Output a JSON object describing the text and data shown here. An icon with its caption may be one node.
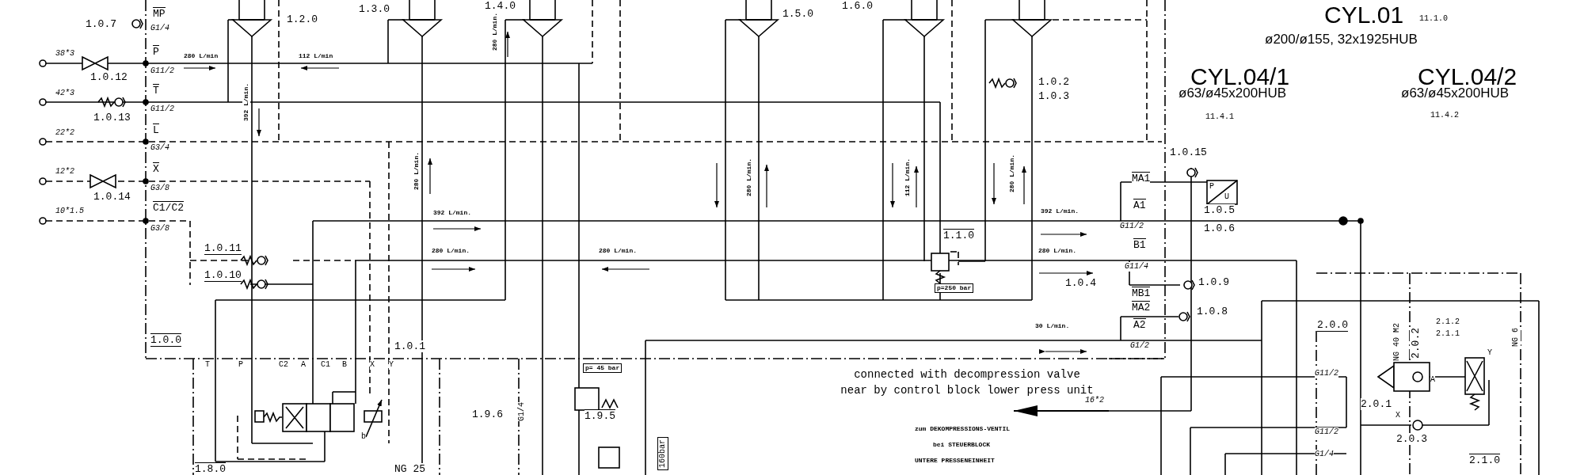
{
  "diagram": {
    "labels": [
      "1.0.7",
      "MP",
      "G1/4",
      "1.2.0",
      "1.3.0",
      "1.4.0",
      "38*3",
      "P",
      "G11/2",
      "280 L/min",
      "112 L/min",
      "1.0.12",
      "42*3",
      "T",
      "G11/2",
      "392 L/min.",
      "1.0.13",
      "22*2",
      "L",
      "G3/4",
      "280 L/min.",
      "12*2",
      "X",
      "G3/8",
      "1.0.14",
      "10*1.5",
      "C1/C2",
      "G3/8",
      "392 L/min.",
      "280 L/min.",
      "1.5.0",
      "1.6.0",
      "1.0.2",
      "1.0.3",
      "280 L/min.",
      "112 L/min.",
      "280 L/min.",
      "392 L/min.",
      "1.1.0",
      "CYL.01",
      "11.1.0",
      "ø200/ø155, 32x1925HUB",
      "CYL.04/1",
      "ø63/ø45x200HUB",
      "CYL.04/2",
      "ø63/ø45x200HUB",
      "11.4.1",
      "11.4.2",
      "1.0.15",
      "MA1",
      "P",
      "U",
      "A1",
      "1.0.5",
      "G11/2",
      "1.0.6",
      "1.0.11",
      "280 L/min.",
      "280 L/min.",
      "280 L/min.",
      "B1",
      "G11/4",
      "1.0.10",
      "1.0.9",
      "p=250 bar",
      "1.0.4",
      "MB1",
      "MA2",
      "1.0.8",
      "A2",
      "2.0.0",
      "2.1.2",
      "2.1.1",
      "NG 40 M2",
      "2.0.2",
      "NG 6",
      "30 L/min.",
      "1.0.0",
      "1.0.1",
      "G1/2",
      "T",
      "P",
      "C2",
      "A",
      "C1",
      "B",
      "X",
      "Y",
      "p= 45 bar",
      "connected with decompression valve near by control block lower press unit",
      "Y",
      "G11/2",
      "A",
      "2.0.1",
      "16*2",
      "1.9.6",
      "G1/4",
      "1.9.5",
      "X",
      "G11/2",
      "zum DEKOMPRESSIONS-VENTIL",
      "bei STEUERBLOCK",
      "UNTERE PRESSENEINHEIT",
      "b",
      "2.0.3",
      "G1/4",
      "160bar",
      "2.1.0",
      "1.8.0",
      "NG 25"
    ]
  }
}
